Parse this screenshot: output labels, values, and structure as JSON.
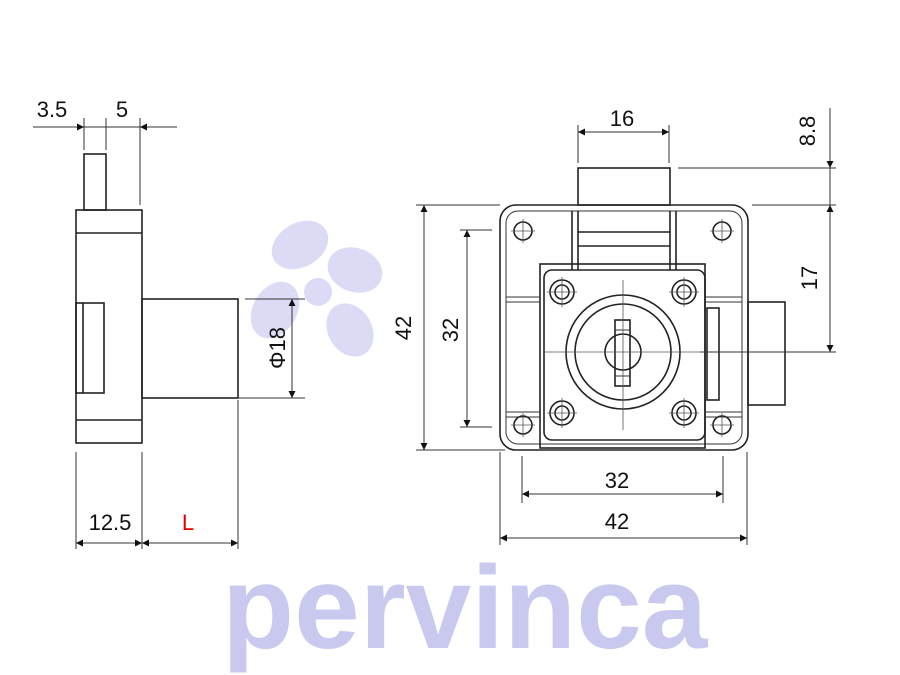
{
  "watermark": {
    "text": "pervinca",
    "color": "#c9c9f0"
  },
  "side_view": {
    "dims": {
      "pin_offset": "3.5",
      "pin_width": "5",
      "body_depth": "12.5",
      "cylinder_length": "L",
      "cylinder_diameter": "Φ18"
    },
    "highlight_color": "#e00000"
  },
  "front_view": {
    "dims": {
      "bolt_width": "16",
      "bolt_projection": "8.8",
      "bolt_to_center": "17",
      "height": "42",
      "hole_spacing_v": "32",
      "hole_spacing_h": "32",
      "width": "42"
    }
  }
}
